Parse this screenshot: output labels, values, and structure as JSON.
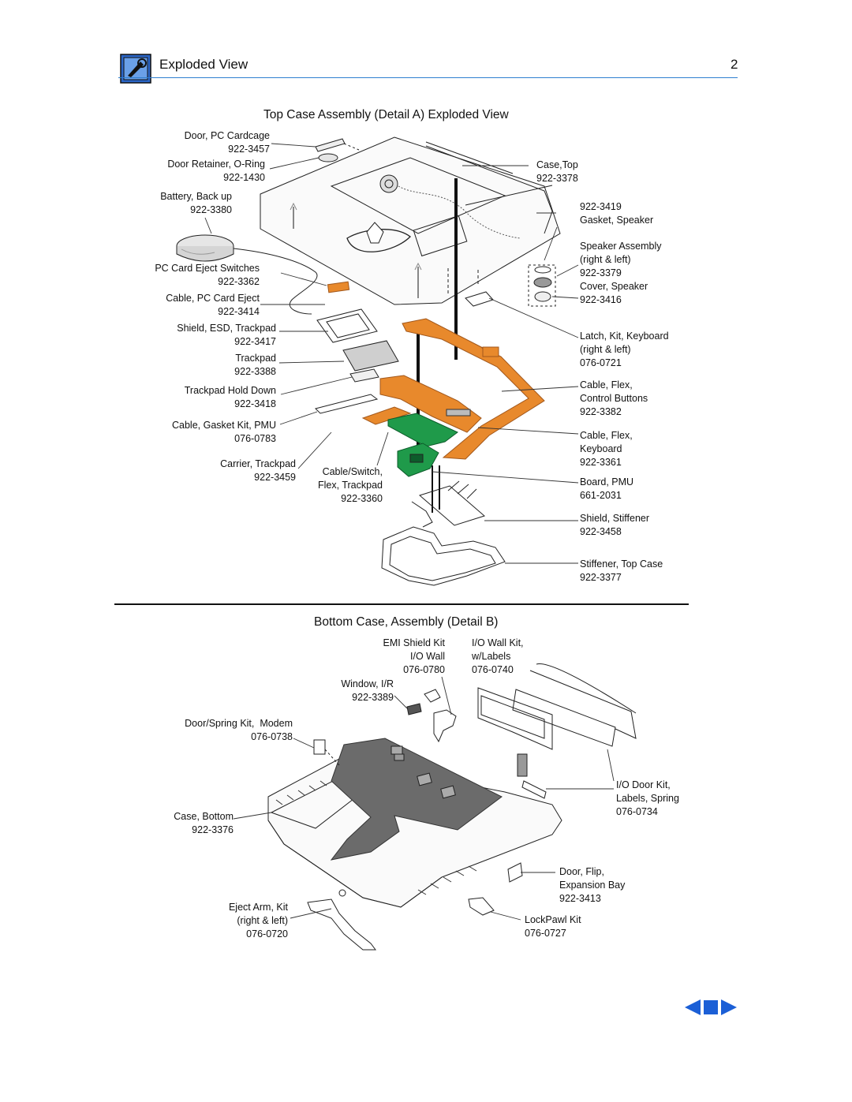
{
  "header": {
    "title": "Exploded View",
    "page_number": "2",
    "logo_icon": "toolbox-logo-icon"
  },
  "top_section": {
    "title": "Top Case Assembly  (Detail A) Exploded View",
    "left_labels": [
      {
        "name": "Door, PC Cardcage",
        "part": "922-3457"
      },
      {
        "name": "Door Retainer, O-Ring",
        "part": "922-1430"
      },
      {
        "name": "Battery, Back up",
        "part": "922-3380"
      },
      {
        "name": "PC Card Eject Switches",
        "part": "922-3362"
      },
      {
        "name": "Cable, PC Card Eject",
        "part": "922-3414"
      },
      {
        "name": "Shield, ESD, Trackpad",
        "part": "922-3417"
      },
      {
        "name": "Trackpad",
        "part": "922-3388"
      },
      {
        "name": "Trackpad Hold Down",
        "part": "922-3418"
      },
      {
        "name": "Cable, Gasket Kit, PMU",
        "part": "076-0783"
      },
      {
        "name": "Carrier, Trackpad",
        "part": "922-3459"
      }
    ],
    "center_label": {
      "line1": "Cable/Switch,",
      "line2": "Flex, Trackpad",
      "part": "922-3360"
    },
    "right_labels": [
      {
        "name": "Case,Top",
        "part": "922-3378"
      },
      {
        "part": "922-3419",
        "name": "Gasket, Speaker"
      },
      {
        "line1": "Speaker Assembly",
        "line2": "(right & left)",
        "part": "922-3379"
      },
      {
        "name": "Cover, Speaker",
        "part": "922-3416"
      },
      {
        "line1": "Latch, Kit, Keyboard",
        "line2": "(right & left)",
        "part": "076-0721"
      },
      {
        "line1": "Cable, Flex,",
        "line2": "Control Buttons",
        "part": "922-3382"
      },
      {
        "line1": "Cable, Flex,",
        "line2": "Keyboard",
        "part": "922-3361"
      },
      {
        "name": "Board, PMU",
        "part": "661-2031"
      },
      {
        "name": "Shield, Stiffener",
        "part": "922-3458"
      },
      {
        "name": "Stiffener, Top Case",
        "part": "922-3377"
      }
    ]
  },
  "bottom_section": {
    "title": "Bottom Case, Assembly (Detail B)",
    "labels": {
      "emi": {
        "line1": "EMI Shield Kit",
        "line2": "I/O Wall",
        "part": "076-0780"
      },
      "io_wall": {
        "line1": "I/O Wall Kit,",
        "line2": "w/Labels",
        "part": "076-0740"
      },
      "window": {
        "name": "Window, I/R",
        "part": "922-3389"
      },
      "door_spring": {
        "name": "Door/Spring Kit,  Modem",
        "part": "076-0738"
      },
      "io_door": {
        "line1": "I/O Door Kit,",
        "line2": "Labels, Spring",
        "part": "076-0734"
      },
      "case_bottom": {
        "name": "Case, Bottom",
        "part": "922-3376"
      },
      "door_flip": {
        "line1": "Door, Flip,",
        "line2": "Expansion Bay",
        "part": "922-3413"
      },
      "eject_arm": {
        "line1": "Eject Arm, Kit",
        "line2": "(right & left)",
        "part": "076-0720"
      },
      "lockpawl": {
        "name": "LockPawl Kit",
        "part": "076-0727"
      }
    }
  },
  "navigation": {
    "prev_icon": "arrow-left-icon",
    "toc_icon": "square-stop-icon",
    "next_icon": "arrow-right-icon"
  },
  "colors": {
    "accent_blue": "#2f7fd0",
    "flex_orange": "#e8892c",
    "pcb_green": "#1f9a4a",
    "board_gray": "#6b6b6b",
    "nav_blue": "#1b5fd6"
  }
}
